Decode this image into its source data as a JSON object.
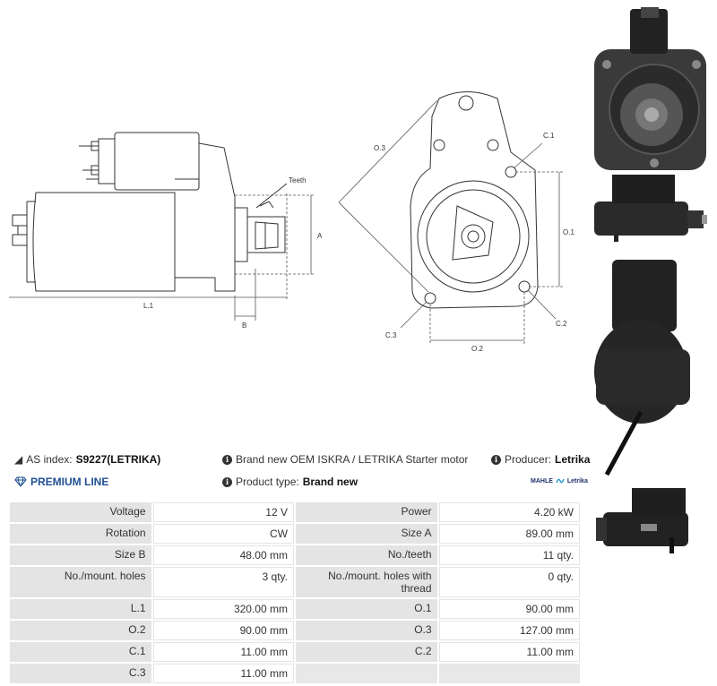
{
  "drawing": {
    "labels": {
      "teeth": "Teeth",
      "a": "A",
      "b": "B",
      "l1": "L.1",
      "o1": "O.1",
      "o2": "O.2",
      "o3": "O.3",
      "c1": "C.1",
      "c2": "C.2",
      "c3": "C.3"
    }
  },
  "info": {
    "as_index_label": "AS index:",
    "as_index_value": "S9227(LETRIKA)",
    "description": "Brand new OEM ISKRA / LETRIKA Starter motor",
    "producer_label": "Producer:",
    "producer_value": "Letrika",
    "premium_line": "PREMIUM LINE",
    "product_type_label": "Product type:",
    "product_type_value": "Brand new",
    "logo_mahle": "MAHLE",
    "logo_letrika": "Letrika",
    "info_glyph": "i"
  },
  "specs": [
    {
      "l1": "Voltage",
      "v1": "12 V",
      "l2": "Power",
      "v2": "4.20 kW"
    },
    {
      "l1": "Rotation",
      "v1": "CW",
      "l2": "Size A",
      "v2": "89.00 mm"
    },
    {
      "l1": "Size B",
      "v1": "48.00 mm",
      "l2": "No./teeth",
      "v2": "11 qty."
    },
    {
      "l1": "No./mount. holes",
      "v1": "3 qty.",
      "l2": "No./mount. holes with thread",
      "v2": "0 qty."
    },
    {
      "l1": "L.1",
      "v1": "320.00 mm",
      "l2": "O.1",
      "v2": "90.00 mm"
    },
    {
      "l1": "O.2",
      "v1": "90.00 mm",
      "l2": "O.3",
      "v2": "127.00 mm"
    },
    {
      "l1": "C.1",
      "v1": "11.00 mm",
      "l2": "C.2",
      "v2": "11.00 mm"
    },
    {
      "l1": "C.3",
      "v1": "11.00 mm",
      "l2": "",
      "v2": ""
    }
  ]
}
